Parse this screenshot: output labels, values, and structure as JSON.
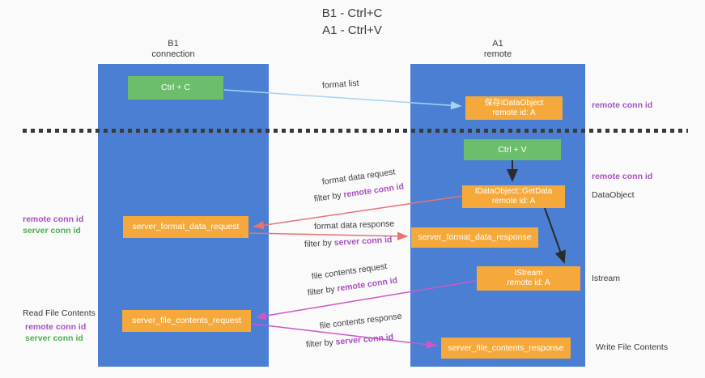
{
  "title": {
    "line1": "B1 - Ctrl+C",
    "line2": "A1 - Ctrl+V"
  },
  "lanes": {
    "left": {
      "title": "B1",
      "subtitle": "connection"
    },
    "right": {
      "title": "A1",
      "subtitle": "remote"
    }
  },
  "nodes": {
    "ctrl_c": {
      "label": "Ctrl + C"
    },
    "store_idataobject": {
      "line1": "保存IDataObject",
      "line2": "remote id: A"
    },
    "ctrl_v": {
      "label": "Ctrl + V"
    },
    "getdata": {
      "line1": "IDataObject::GetData",
      "line2": "remote id: A"
    },
    "format_request": {
      "label": "server_format_data_request"
    },
    "format_response": {
      "label": "server_format_data_response"
    },
    "istream": {
      "line1": "IStream",
      "line2": "remote id: A"
    },
    "file_request": {
      "label": "server_file_contents_request"
    },
    "file_response": {
      "label": "server_file_contents_response"
    }
  },
  "flows": {
    "format_list": {
      "label": "format list"
    },
    "format_request": {
      "line1": "format data request",
      "filter_prefix": "filter by ",
      "filter_key": "remote conn id"
    },
    "format_response": {
      "line1": "format data response",
      "filter_prefix": "filter by ",
      "filter_key": "server conn id"
    },
    "file_request": {
      "line1": "file contents request",
      "filter_prefix": "filter by ",
      "filter_key": "remote conn id"
    },
    "file_response": {
      "line1": "file contents response",
      "filter_prefix": "filter by ",
      "filter_key": "server conn id"
    }
  },
  "annotations": {
    "remote_top": "remote conn id",
    "remote_mid": "remote conn id",
    "dataobject": "DataObject",
    "format_left": {
      "remote": "remote conn id",
      "server": "server conn id"
    },
    "istream": "Istream",
    "file_left": {
      "title": "Read File Contents",
      "remote": "remote conn id",
      "server": "server conn id"
    },
    "write_right": "Write File Contents"
  },
  "colors": {
    "lane_blue": "#4a7fd3",
    "node_green": "#6cbe6c",
    "node_orange": "#f6a93b",
    "conn_id_purple": "#a94fc2",
    "conn_id_green": "#4cae50",
    "arrow_red": "#e87373",
    "arrow_magenta": "#ce57c8",
    "arrow_blue": "#a6d3f2",
    "arrow_black": "#2b2b2b",
    "dash_line": "#3a3a3a",
    "background": "#fafafa"
  }
}
